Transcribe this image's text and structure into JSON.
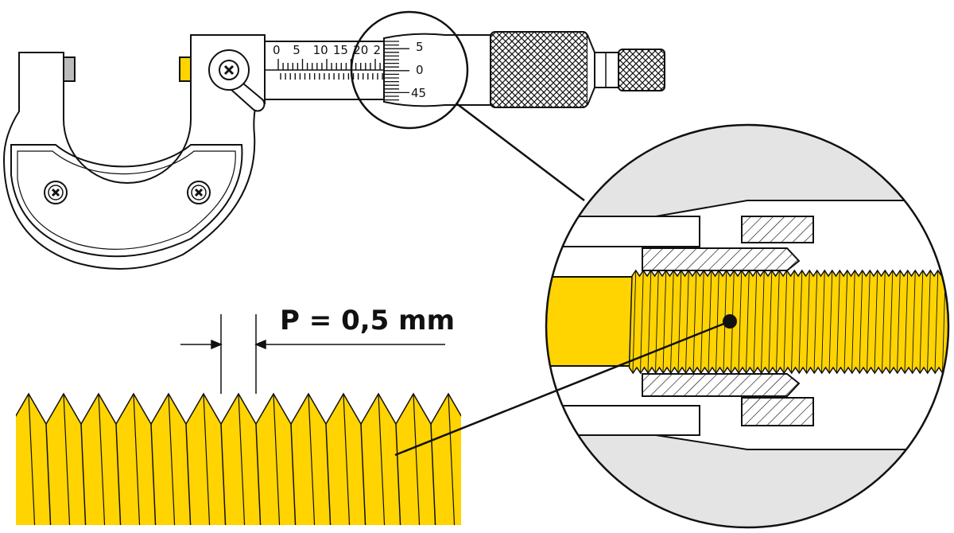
{
  "sleeve_scale": [
    "0",
    "5",
    "10",
    "15",
    "20",
    "2"
  ],
  "thimble_scale": [
    "5",
    "0",
    "45"
  ],
  "pitch_label": "P = 0,5 mm",
  "colors": {
    "thread": "#FFD400",
    "outline": "#111111",
    "shade": "#e4e4e4",
    "body": "#ffffff",
    "grey": "#bbbbbb"
  }
}
